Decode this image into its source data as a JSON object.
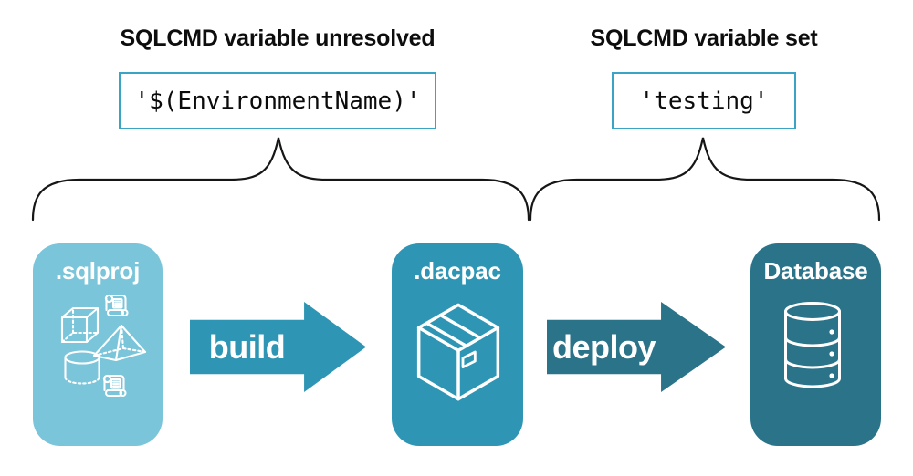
{
  "diagram": {
    "annotations": {
      "unresolved": {
        "title": "SQLCMD variable unresolved",
        "code": "'$(EnvironmentName)'"
      },
      "set": {
        "title": "SQLCMD variable set",
        "code": "'testing'"
      }
    },
    "stages": [
      {
        "label": ".sqlproj",
        "icon": "sql-objects-icons",
        "color": "#7AC5DA"
      },
      {
        "label": ".dacpac",
        "icon": "package-box-icon",
        "color": "#2E96B4"
      },
      {
        "label": "Database",
        "icon": "database-cylinder-icon",
        "color": "#2B7389"
      }
    ],
    "arrows": [
      {
        "label": "build",
        "color": "#2E96B4"
      },
      {
        "label": "deploy",
        "color": "#2B7389"
      }
    ],
    "colors": {
      "code_box_border": "#3BA4C4",
      "heading_text": "#0d0d0d",
      "brace": "#161616",
      "icon_stroke": "#ffffff",
      "background": "#ffffff"
    }
  }
}
